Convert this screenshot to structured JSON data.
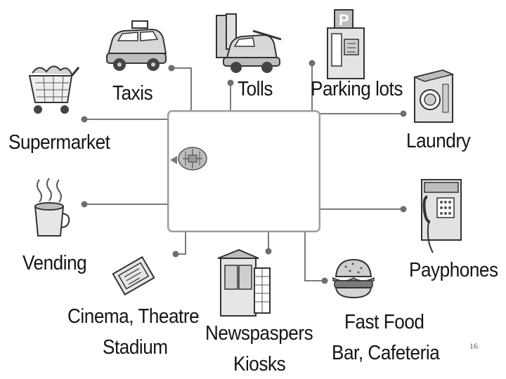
{
  "center": {
    "icon": "smart-card-chip-icon"
  },
  "items": {
    "taxis": {
      "label": "Taxis",
      "icon": "taxi-icon"
    },
    "tolls": {
      "label": "Tolls",
      "icon": "toll-booth-icon"
    },
    "parking": {
      "label": "Parking lots",
      "icon": "parking-meter-icon"
    },
    "supermarket": {
      "label": "Supermarket",
      "icon": "shopping-cart-icon"
    },
    "laundry": {
      "label": "Laundry",
      "icon": "washing-machine-icon"
    },
    "vending": {
      "label": "Vending",
      "icon": "hot-cup-icon"
    },
    "payphones": {
      "label": "Payphones",
      "icon": "payphone-icon"
    },
    "cinema": {
      "line1": "Cinema, Theatre",
      "line2": "Stadium",
      "icon": "ticket-icon"
    },
    "newspapers": {
      "line1": "Newspaspers",
      "line2": "Kiosks",
      "icon": "kiosk-icon"
    },
    "fastfood": {
      "line1": "Fast Food",
      "line2": "Bar, Cafeteria",
      "icon": "burger-icon"
    }
  },
  "page_number": "16"
}
